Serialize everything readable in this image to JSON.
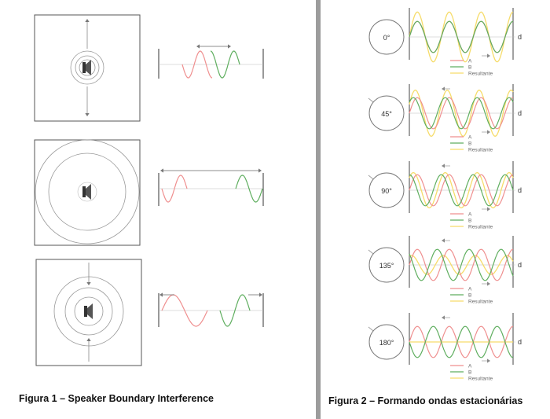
{
  "figure1": {
    "caption": "Figura 1 – Speaker Boundary Interference"
  },
  "figure2": {
    "caption": "Figura 2 – Formando ondas estacionárias",
    "axis_label": "d",
    "legend": [
      "A",
      "B",
      "Resultante"
    ],
    "panels": [
      {
        "phase_label": "0°",
        "phase_deg": 0
      },
      {
        "phase_label": "45°",
        "phase_deg": 45
      },
      {
        "phase_label": "90°",
        "phase_deg": 90
      },
      {
        "phase_label": "135°",
        "phase_deg": 135
      },
      {
        "phase_label": "180°",
        "phase_deg": 180
      }
    ]
  },
  "colors": {
    "wave_a": "#ef8f8f",
    "wave_b": "#5fae5f",
    "resultant": "#f6dc6a",
    "line": "#777777",
    "divider": "#9c9c9c"
  }
}
